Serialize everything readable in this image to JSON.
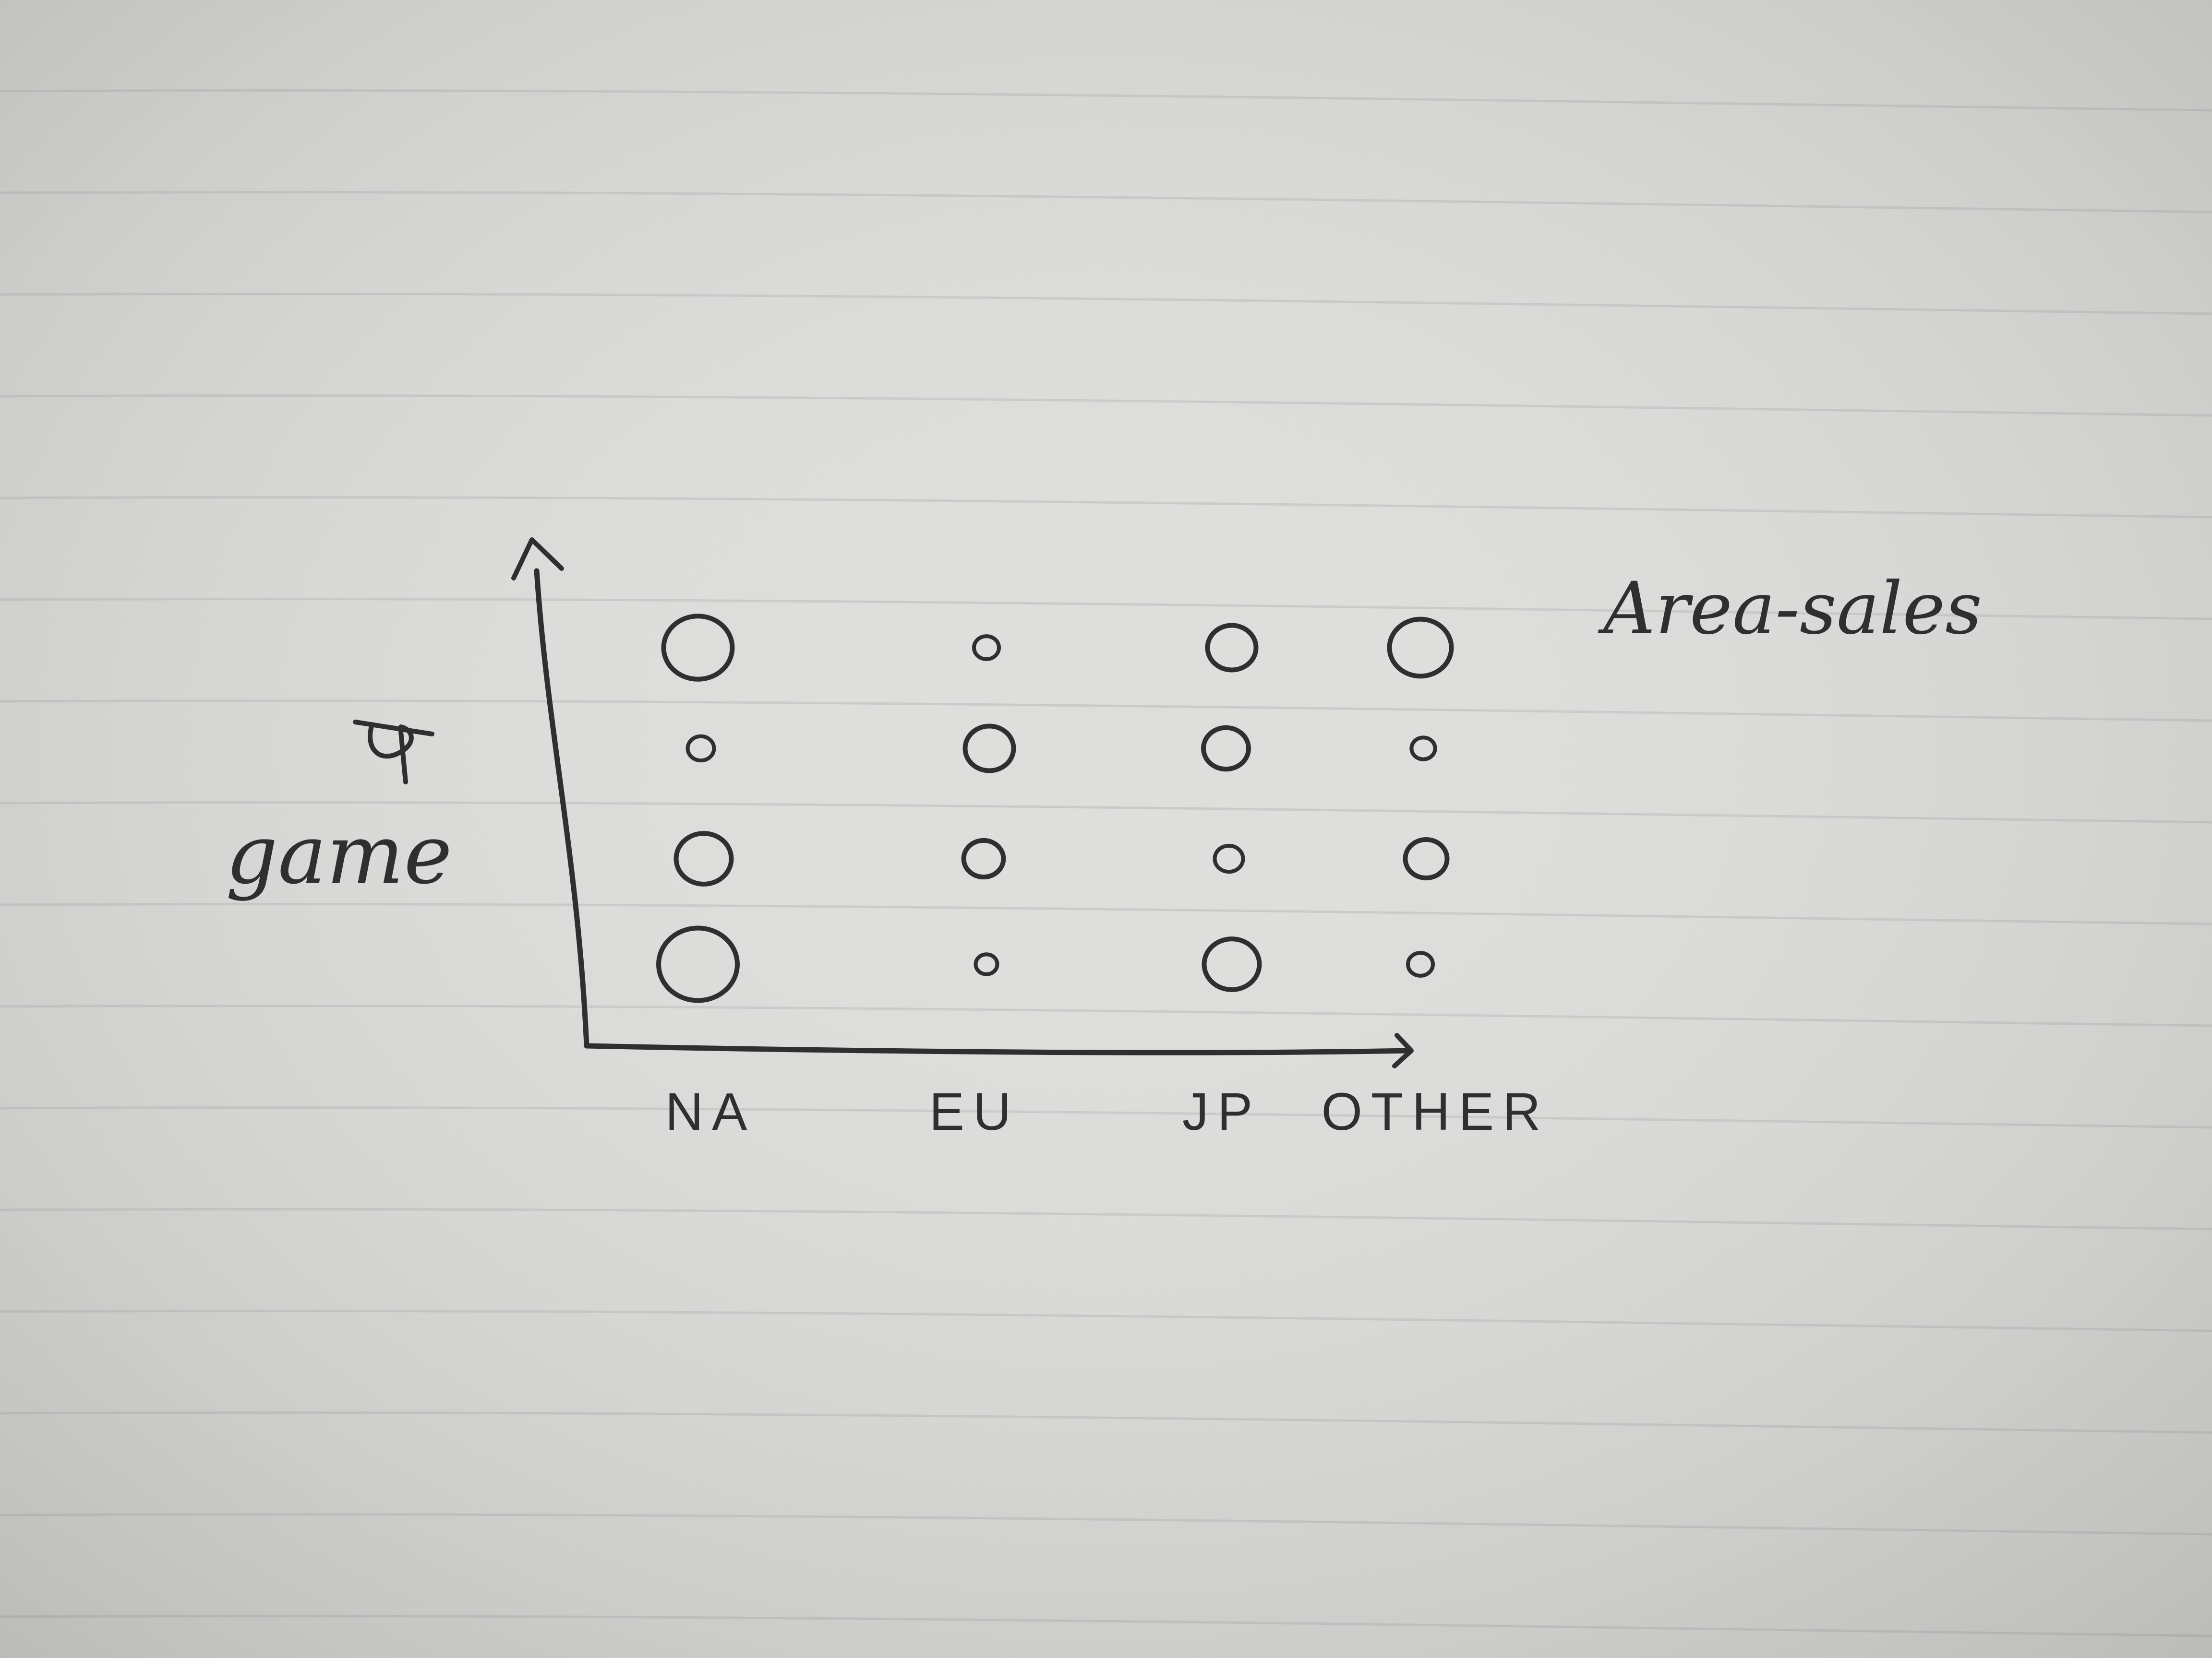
{
  "page": {
    "paper_color": "#dddddb",
    "rule_color": "#c9cac8",
    "ink_color": "#2f2f31"
  },
  "chart_data": {
    "type": "scatter",
    "title": "Area-sales",
    "xlabel": "",
    "ylabel": "game",
    "ylabel_glyph": "ग",
    "categories": [
      "NA",
      "EU",
      "JP",
      "OTHER"
    ],
    "rows": 4,
    "rows_order": "top-to-bottom",
    "grid": false,
    "legend": "none",
    "size_scale": "relative (1 = largest bubble)",
    "points": [
      {
        "category": "NA",
        "row": 1,
        "size": 0.85
      },
      {
        "category": "EU",
        "row": 1,
        "size": 0.2
      },
      {
        "category": "JP",
        "row": 1,
        "size": 0.55
      },
      {
        "category": "OTHER",
        "row": 1,
        "size": 0.75
      },
      {
        "category": "NA",
        "row": 2,
        "size": 0.22
      },
      {
        "category": "EU",
        "row": 2,
        "size": 0.55
      },
      {
        "category": "JP",
        "row": 2,
        "size": 0.5
      },
      {
        "category": "OTHER",
        "row": 2,
        "size": 0.18
      },
      {
        "category": "NA",
        "row": 3,
        "size": 0.65
      },
      {
        "category": "EU",
        "row": 3,
        "size": 0.42
      },
      {
        "category": "JP",
        "row": 3,
        "size": 0.25
      },
      {
        "category": "OTHER",
        "row": 3,
        "size": 0.45
      },
      {
        "category": "NA",
        "row": 4,
        "size": 1.0
      },
      {
        "category": "EU",
        "row": 4,
        "size": 0.15
      },
      {
        "category": "JP",
        "row": 4,
        "size": 0.65
      },
      {
        "category": "OTHER",
        "row": 4,
        "size": 0.2
      }
    ]
  }
}
